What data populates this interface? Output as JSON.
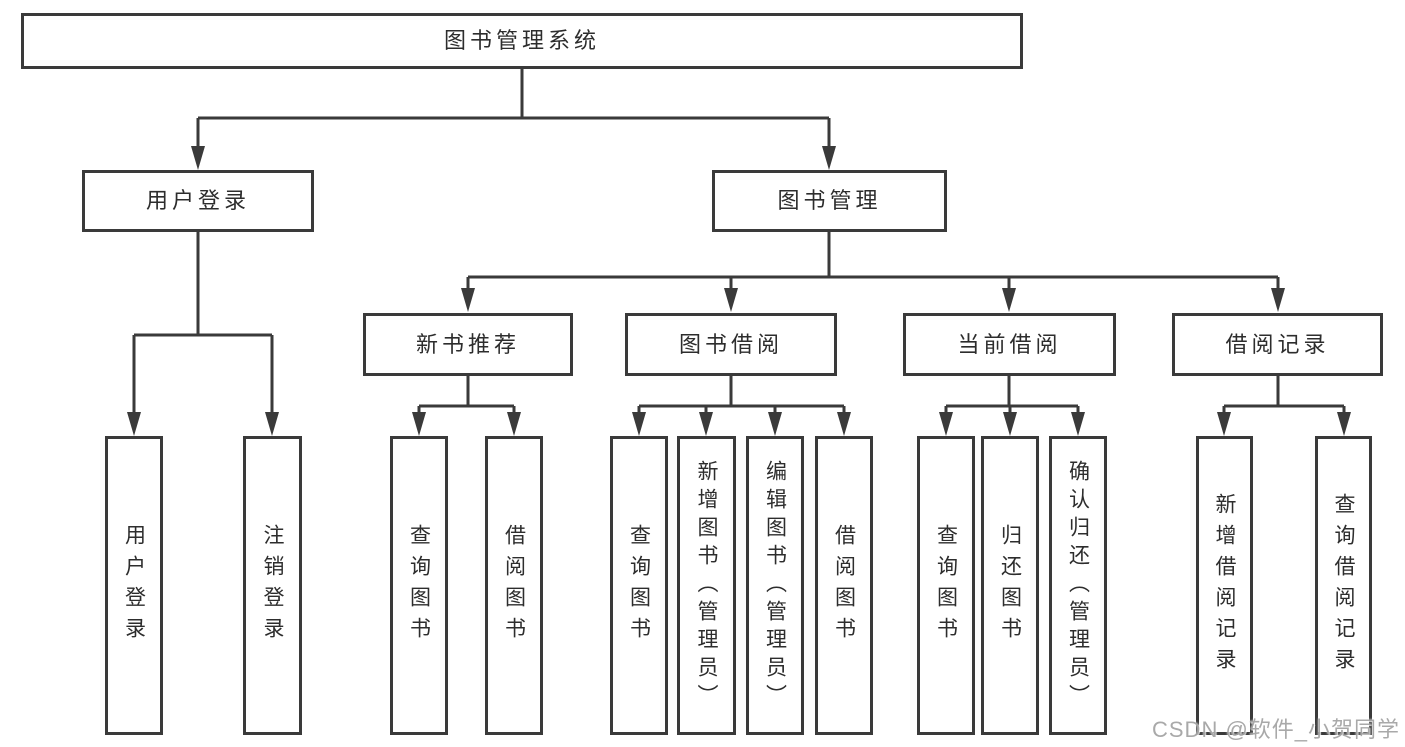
{
  "diagram": {
    "root": {
      "label": "图书管理系统"
    },
    "level2": [
      {
        "label": "用户登录"
      },
      {
        "label": "图书管理"
      }
    ],
    "level3": [
      {
        "label": "新书推荐",
        "parent": "图书管理"
      },
      {
        "label": "图书借阅",
        "parent": "图书管理"
      },
      {
        "label": "当前借阅",
        "parent": "图书管理"
      },
      {
        "label": "借阅记录",
        "parent": "图书管理"
      }
    ],
    "leaves": [
      {
        "label": "用户登录",
        "parent": "用户登录"
      },
      {
        "label": "注销登录",
        "parent": "用户登录"
      },
      {
        "label": "查询图书",
        "parent": "新书推荐"
      },
      {
        "label": "借阅图书",
        "parent": "新书推荐"
      },
      {
        "label": "查询图书",
        "parent": "图书借阅"
      },
      {
        "label": "新增图书（管理员）",
        "parent": "图书借阅"
      },
      {
        "label": "编辑图书（管理员）",
        "parent": "图书借阅"
      },
      {
        "label": "借阅图书",
        "parent": "图书借阅"
      },
      {
        "label": "查询图书",
        "parent": "当前借阅"
      },
      {
        "label": "归还图书",
        "parent": "当前借阅"
      },
      {
        "label": "确认归还（管理员）",
        "parent": "当前借阅"
      },
      {
        "label": "新增借阅记录",
        "parent": "借阅记录"
      },
      {
        "label": "查询借阅记录",
        "parent": "借阅记录"
      }
    ]
  },
  "watermark": {
    "text": "CSDN @软件_小贺同学"
  },
  "colors": {
    "line": "#3a3a3a",
    "text": "#2d2d2d",
    "background": "#ffffff",
    "watermark": "#a0a0a0"
  }
}
